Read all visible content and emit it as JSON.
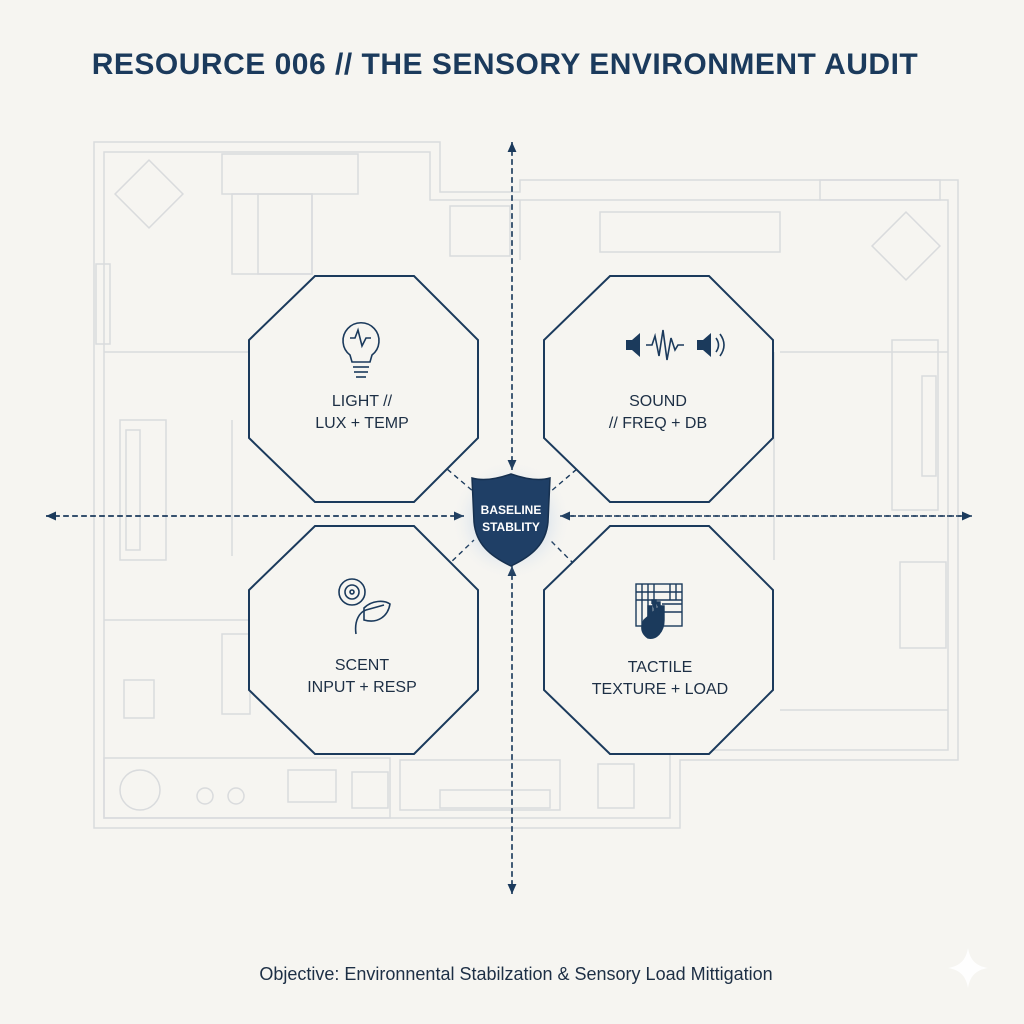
{
  "title": "RESOURCE 006 // THE SENSORY ENVIRONMENT AUDIT",
  "center": {
    "line1": "BASELINE",
    "line2": "STABLITY"
  },
  "nodes": {
    "light": {
      "line1": "LIGHT //",
      "line2": "LUX + TEMP",
      "icon": "lightbulb-icon"
    },
    "sound": {
      "line1": "SOUND",
      "line2": "// FREQ + DB",
      "icon": "speaker-waveform-icon"
    },
    "scent": {
      "line1": "SCENT",
      "line2": "INPUT + RESP",
      "icon": "scent-leaf-icon"
    },
    "tactile": {
      "line1": "TACTILE",
      "line2": "TEXTURE + LOAD",
      "icon": "hand-texture-icon"
    }
  },
  "footer": "Objective: Environnental Stabilzation & Sensory Load Mittigation",
  "colors": {
    "ink": "#1b3a5c",
    "accent": "#1f3f66",
    "background": "#f6f5f1",
    "floorplan": "#d9dbdd"
  }
}
